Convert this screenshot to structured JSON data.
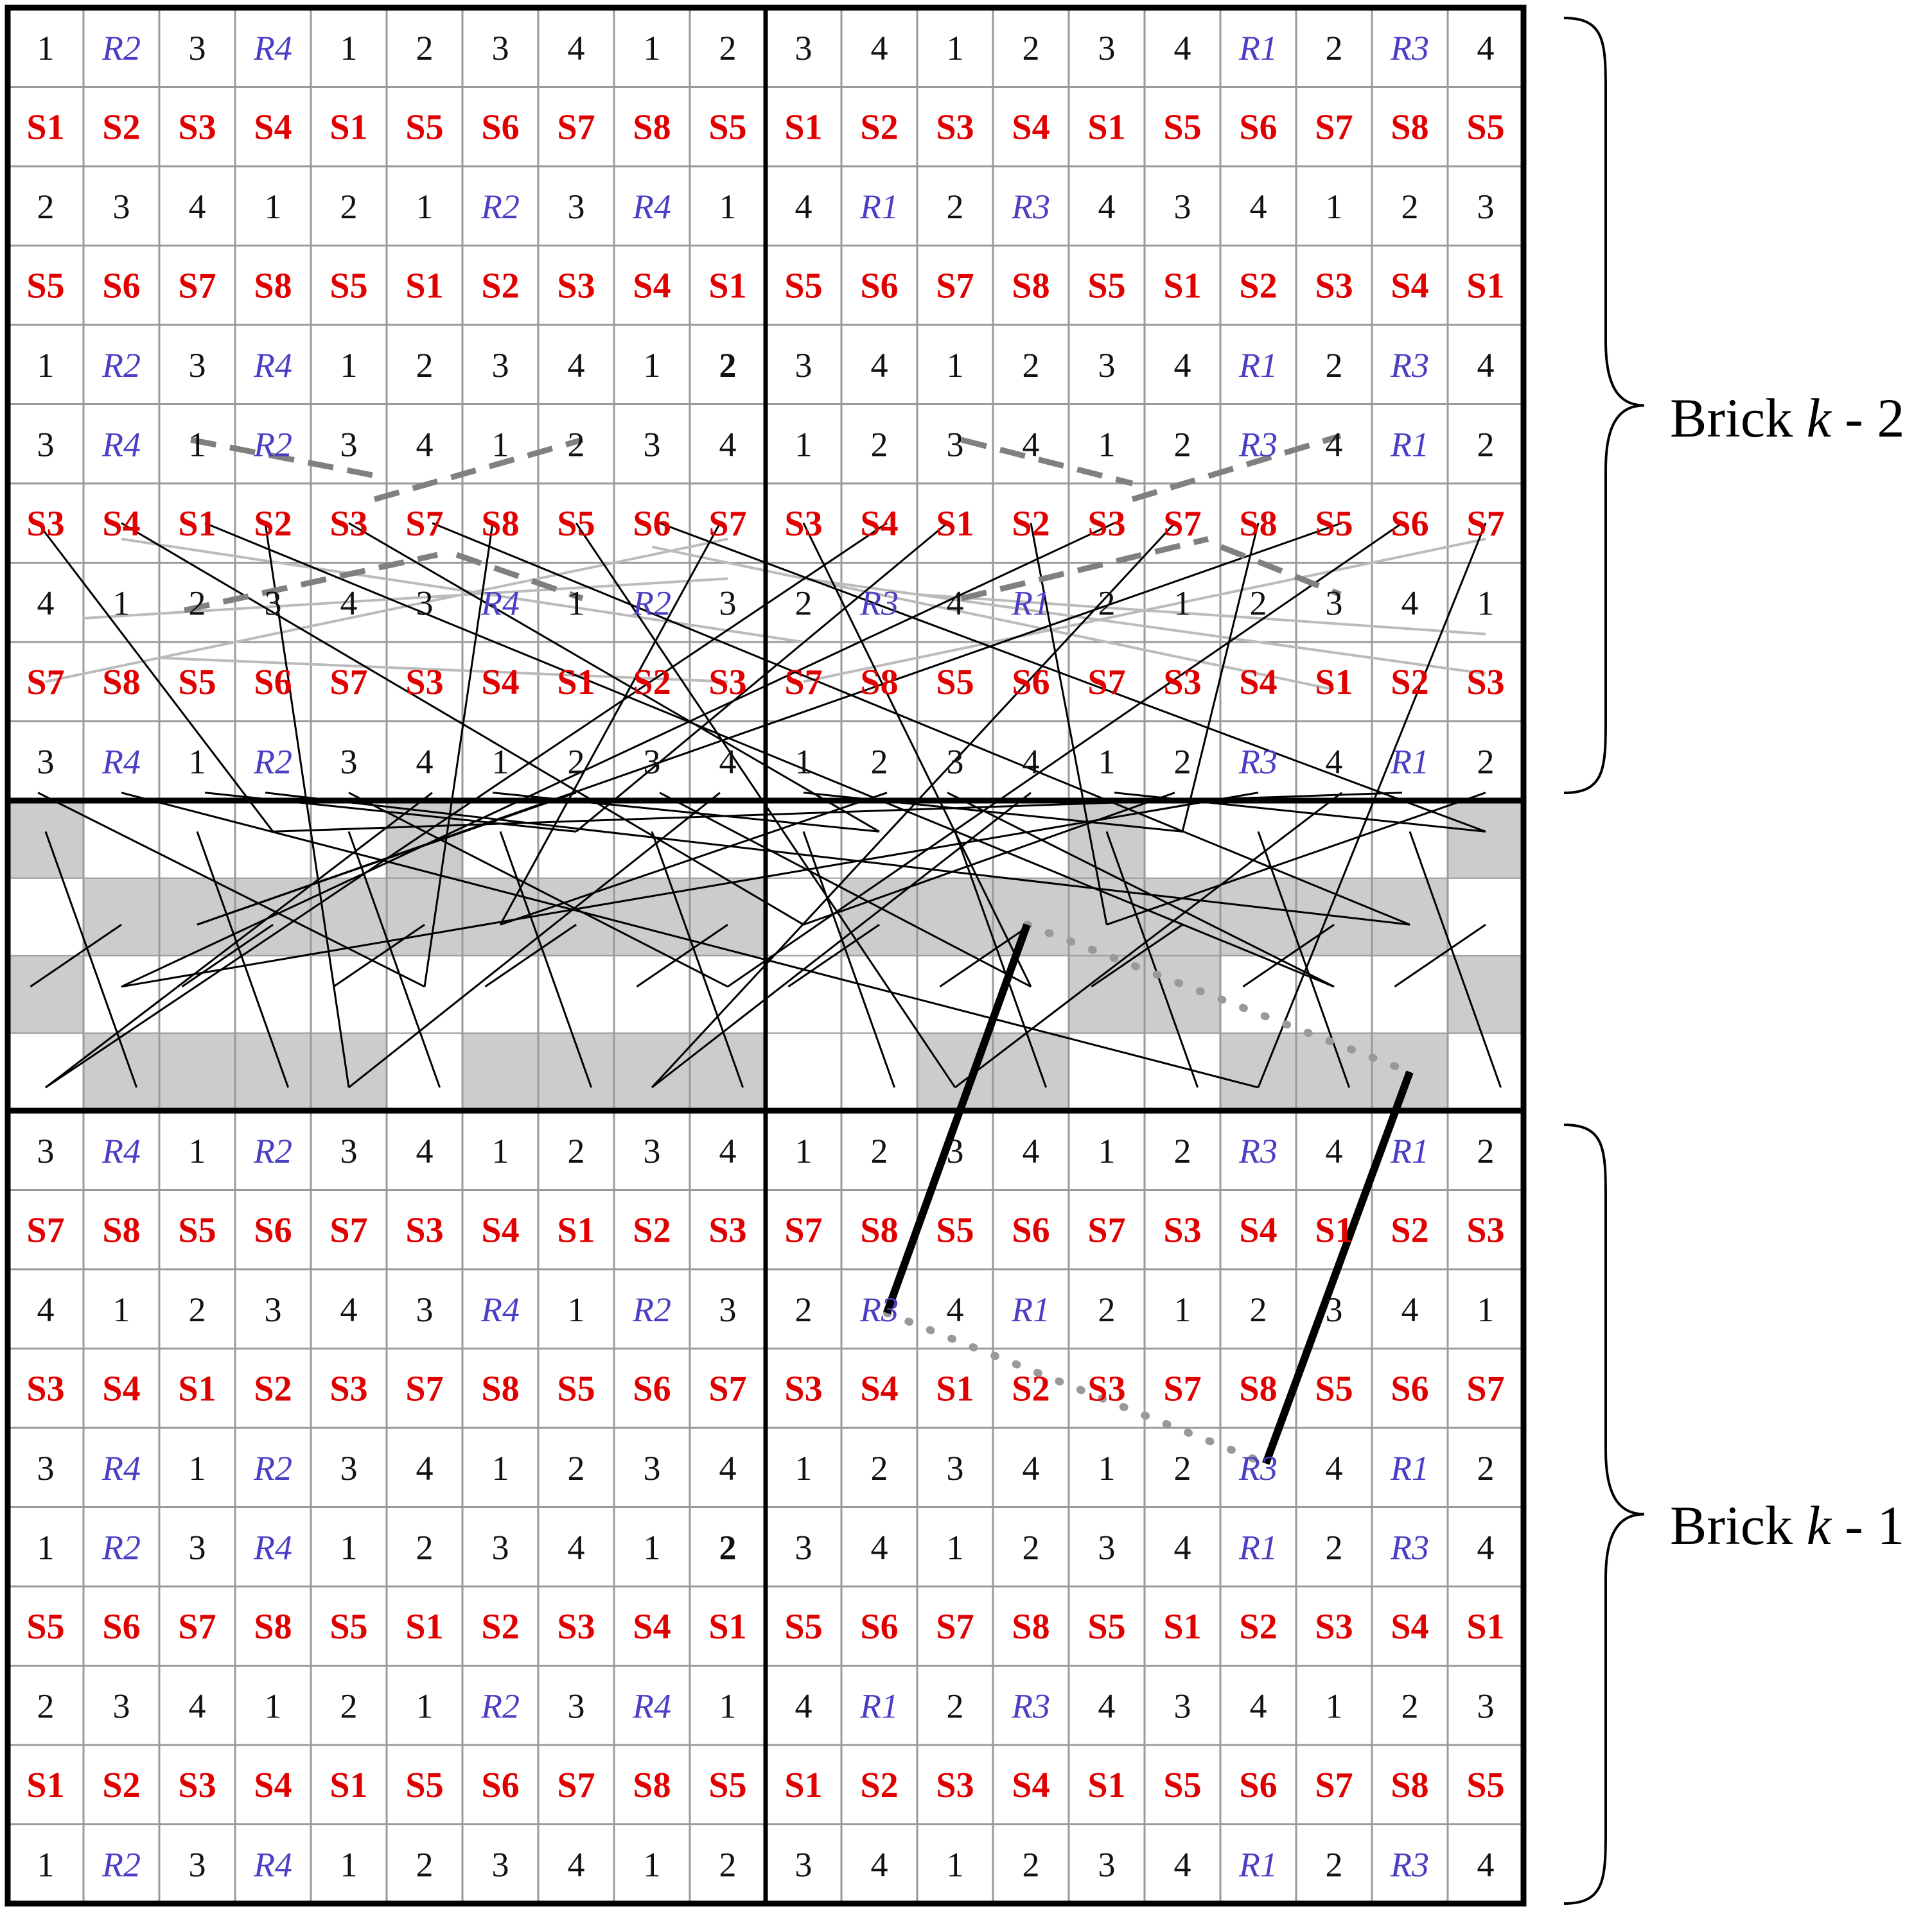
{
  "labels": {
    "brick_top_prefix": "Brick ",
    "brick_top_var": "k",
    "brick_top_suffix": " - 2",
    "brick_bottom_prefix": "Brick ",
    "brick_bottom_var": "k",
    "brick_bottom_suffix": " - 1"
  },
  "colors": {
    "number": "#111111",
    "register": "#4a3fc4",
    "symbol": "#e00000",
    "grid": "#9a9a9a",
    "frame": "#000000",
    "shade": "#cccccc",
    "light_link": "#bbbbbb",
    "dashed_link": "#808080"
  },
  "top_brick": [
    [
      "1",
      "R2",
      "3",
      "R4",
      "1",
      "2",
      "3",
      "4",
      "1",
      "2",
      "3",
      "4",
      "1",
      "2",
      "3",
      "4",
      "R1",
      "2",
      "R3",
      "4"
    ],
    [
      "S1",
      "S2",
      "S3",
      "S4",
      "S1",
      "S5",
      "S6",
      "S7",
      "S8",
      "S5",
      "S1",
      "S2",
      "S3",
      "S4",
      "S1",
      "S5",
      "S6",
      "S7",
      "S8",
      "S5"
    ],
    [
      "2",
      "3",
      "4",
      "1",
      "2",
      "1",
      "R2",
      "3",
      "R4",
      "1",
      "4",
      "R1",
      "2",
      "R3",
      "4",
      "3",
      "4",
      "1",
      "2",
      "3"
    ],
    [
      "S5",
      "S6",
      "S7",
      "S8",
      "S5",
      "S1",
      "S2",
      "S3",
      "S4",
      "S1",
      "S5",
      "S6",
      "S7",
      "S8",
      "S5",
      "S1",
      "S2",
      "S3",
      "S4",
      "S1"
    ],
    [
      "1",
      "R2",
      "3",
      "R4",
      "1",
      "2",
      "3",
      "4",
      "1",
      "2",
      "3",
      "4",
      "1",
      "2",
      "3",
      "4",
      "R1",
      "2",
      "R3",
      "4"
    ],
    [
      "3",
      "R4",
      "1",
      "R2",
      "3",
      "4",
      "1",
      "2",
      "3",
      "4",
      "1",
      "2",
      "3",
      "4",
      "1",
      "2",
      "R3",
      "4",
      "R1",
      "2"
    ],
    [
      "S3",
      "S4",
      "S1",
      "S2",
      "S3",
      "S7",
      "S8",
      "S5",
      "S6",
      "S7",
      "S3",
      "S4",
      "S1",
      "S2",
      "S3",
      "S7",
      "S8",
      "S5",
      "S6",
      "S7"
    ],
    [
      "4",
      "1",
      "2",
      "3",
      "4",
      "3",
      "R4",
      "1",
      "R2",
      "3",
      "2",
      "R3",
      "4",
      "R1",
      "2",
      "1",
      "2",
      "3",
      "4",
      "1"
    ],
    [
      "S7",
      "S8",
      "S5",
      "S6",
      "S7",
      "S3",
      "S4",
      "S1",
      "S2",
      "S3",
      "S7",
      "S8",
      "S5",
      "S6",
      "S7",
      "S3",
      "S4",
      "S1",
      "S2",
      "S3"
    ],
    [
      "3",
      "R4",
      "1",
      "R2",
      "3",
      "4",
      "1",
      "2",
      "3",
      "4",
      "1",
      "2",
      "3",
      "4",
      "1",
      "2",
      "R3",
      "4",
      "R1",
      "2"
    ]
  ],
  "bottom_brick": [
    [
      "3",
      "R4",
      "1",
      "R2",
      "3",
      "4",
      "1",
      "2",
      "3",
      "4",
      "1",
      "2",
      "3",
      "4",
      "1",
      "2",
      "R3",
      "4",
      "R1",
      "2"
    ],
    [
      "S7",
      "S8",
      "S5",
      "S6",
      "S7",
      "S3",
      "S4",
      "S1",
      "S2",
      "S3",
      "S7",
      "S8",
      "S5",
      "S6",
      "S7",
      "S3",
      "S4",
      "S1",
      "S2",
      "S3"
    ],
    [
      "4",
      "1",
      "2",
      "3",
      "4",
      "3",
      "R4",
      "1",
      "R2",
      "3",
      "2",
      "R3",
      "4",
      "R1",
      "2",
      "1",
      "2",
      "3",
      "4",
      "1"
    ],
    [
      "S3",
      "S4",
      "S1",
      "S2",
      "S3",
      "S7",
      "S8",
      "S5",
      "S6",
      "S7",
      "S3",
      "S4",
      "S1",
      "S2",
      "S3",
      "S7",
      "S8",
      "S5",
      "S6",
      "S7"
    ],
    [
      "3",
      "R4",
      "1",
      "R2",
      "3",
      "4",
      "1",
      "2",
      "3",
      "4",
      "1",
      "2",
      "3",
      "4",
      "1",
      "2",
      "R3",
      "4",
      "R1",
      "2"
    ],
    [
      "1",
      "R2",
      "3",
      "R4",
      "1",
      "2",
      "3",
      "4",
      "1",
      "2",
      "3",
      "4",
      "1",
      "2",
      "3",
      "4",
      "R1",
      "2",
      "R3",
      "4"
    ],
    [
      "S5",
      "S6",
      "S7",
      "S8",
      "S5",
      "S1",
      "S2",
      "S3",
      "S4",
      "S1",
      "S5",
      "S6",
      "S7",
      "S8",
      "S5",
      "S1",
      "S2",
      "S3",
      "S4",
      "S1"
    ],
    [
      "2",
      "3",
      "4",
      "1",
      "2",
      "1",
      "R2",
      "3",
      "R4",
      "1",
      "4",
      "R1",
      "2",
      "R3",
      "4",
      "3",
      "4",
      "1",
      "2",
      "3"
    ],
    [
      "S1",
      "S2",
      "S3",
      "S4",
      "S1",
      "S5",
      "S6",
      "S7",
      "S8",
      "S5",
      "S1",
      "S2",
      "S3",
      "S4",
      "S1",
      "S5",
      "S6",
      "S7",
      "S8",
      "S5"
    ],
    [
      "1",
      "R2",
      "3",
      "R4",
      "1",
      "2",
      "3",
      "4",
      "1",
      "2",
      "3",
      "4",
      "1",
      "2",
      "3",
      "4",
      "R1",
      "2",
      "R3",
      "4"
    ]
  ],
  "bold_number_cells": [
    [
      4,
      9
    ],
    [
      15,
      9
    ]
  ],
  "middle_shading": [
    [
      1,
      0,
      0,
      0,
      0,
      1,
      0,
      0,
      0,
      0,
      0,
      0,
      0,
      0,
      1,
      0,
      0,
      0,
      0,
      1
    ],
    [
      0,
      1,
      1,
      1,
      1,
      1,
      1,
      1,
      1,
      1,
      0,
      1,
      1,
      1,
      1,
      1,
      1,
      1,
      1,
      0
    ],
    [
      1,
      0,
      0,
      0,
      0,
      0,
      0,
      0,
      0,
      0,
      0,
      0,
      0,
      0,
      1,
      1,
      0,
      0,
      0,
      1
    ],
    [
      0,
      1,
      1,
      1,
      1,
      0,
      1,
      1,
      1,
      1,
      0,
      0,
      1,
      1,
      0,
      0,
      1,
      1,
      1,
      0
    ]
  ]
}
